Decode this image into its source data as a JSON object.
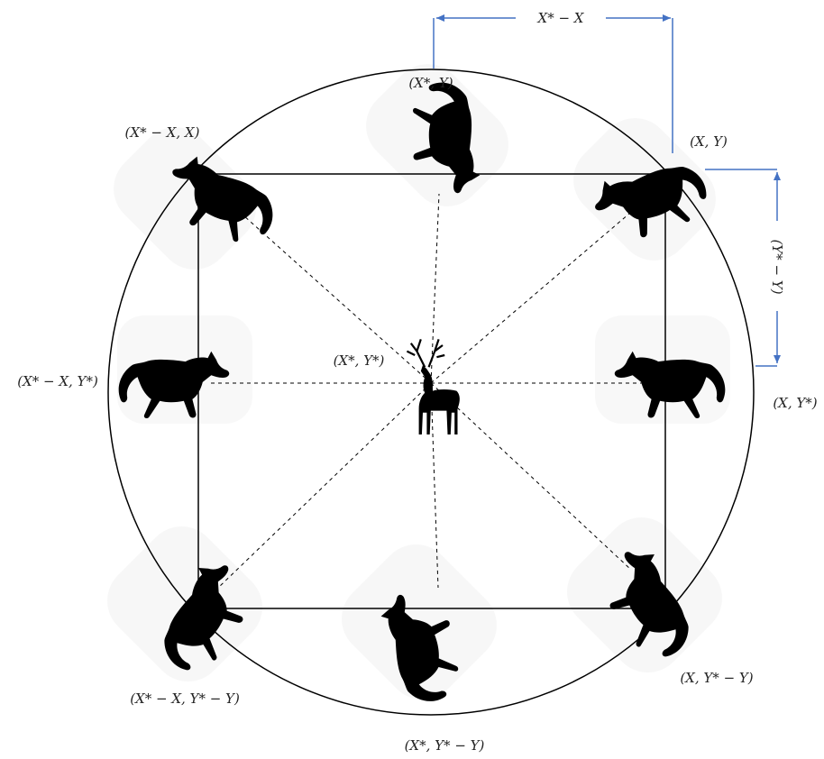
{
  "colors": {
    "ink": "#000000",
    "dimension_arrow": "#4472c4",
    "halo": "#f2f2f2"
  },
  "icons": {
    "prey": "deer-silhouette-icon",
    "predator": "wolf-silhouette-icon"
  },
  "center_label": "(X*, Y*)",
  "positions": {
    "top_left": "(X* − X, X)",
    "top_center": "(X*, Y)",
    "top_right": "(X, Y)",
    "middle_left": "(X* − X, Y*)",
    "middle_right": "(X, Y*)",
    "bottom_left": "(X* − X, Y* − Y)",
    "bottom_center": "(X*, Y* − Y)",
    "bottom_right": "(X, Y* − Y)"
  },
  "dimensions": {
    "horizontal": "X* − X",
    "vertical": "(Y* − Y)"
  }
}
